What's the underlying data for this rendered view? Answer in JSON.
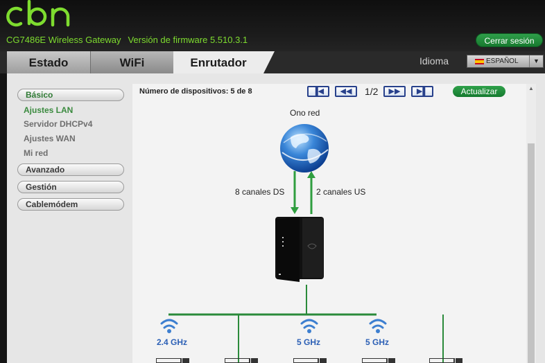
{
  "brand": {
    "logo_text": "cbn",
    "model": "CG7486E Wireless Gateway",
    "firmware": "Versión de firmware 5.510.3.1"
  },
  "header": {
    "logout_label": "Cerrar sesión",
    "language_label": "Idioma",
    "language_value": "ESPAÑOL"
  },
  "tabs": [
    {
      "label": "Estado"
    },
    {
      "label": "WiFi"
    },
    {
      "label": "Enrutador"
    }
  ],
  "active_tab": "Enrutador",
  "sidebar": {
    "sections": [
      {
        "label": "Básico",
        "items": [
          {
            "label": "Ajustes LAN"
          },
          {
            "label": "Servidor DHCPv4"
          },
          {
            "label": "Ajustes WAN"
          },
          {
            "label": "Mi red"
          }
        ]
      },
      {
        "label": "Avanzado"
      },
      {
        "label": "Gestión"
      },
      {
        "label": "Cablemódem"
      }
    ]
  },
  "main": {
    "device_count": "Número de dispositivos: 5 de 8",
    "page_indicator": "1/2",
    "refresh_label": "Actualizar",
    "network_label": "Ono red",
    "downstream_label": "8 canales DS",
    "upstream_label": "2 canales US",
    "bands": [
      "2.4 GHz",
      "5 GHz",
      "5 GHz"
    ]
  },
  "colors": {
    "accent_green": "#7edc2f",
    "button_green": "#1f8a3a",
    "band_blue": "#2b5fb5",
    "pager_blue": "#27408b"
  }
}
